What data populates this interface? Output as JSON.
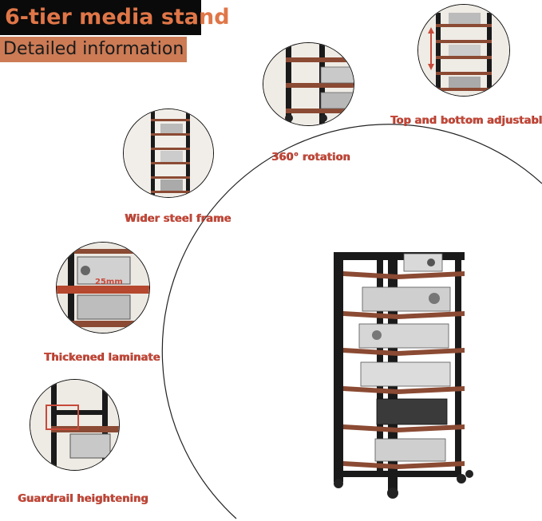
{
  "header": {
    "title": "6-tier media stand",
    "subtitle": "Detailed information"
  },
  "features": [
    {
      "caption": "360° rotation"
    },
    {
      "caption": "Top and bottom adjustable"
    },
    {
      "caption": "Wider steel frame"
    },
    {
      "caption": "Thickened laminate",
      "measure_label": "25mm"
    },
    {
      "caption": "Guardrail heightening"
    }
  ],
  "colors": {
    "title_bg": "#0a0a0a",
    "title_text": "#e07648",
    "subtitle_bg": "#cc7b55",
    "caption": "#c74a3a",
    "wood": "#8b4a33",
    "steel": "#1a1a1a"
  }
}
